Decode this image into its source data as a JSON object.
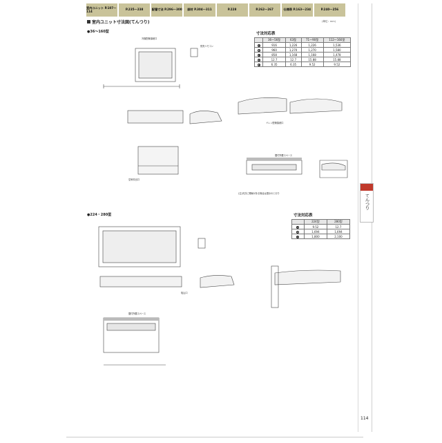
{
  "header_tabs": [
    {
      "label": "室内ユニット P.107〜114"
    },
    {
      "label": "P.235〜238"
    },
    {
      "label": "配管寸法 P.296〜300"
    },
    {
      "label": "部材 P.304〜311"
    },
    {
      "label": "P.228"
    },
    {
      "label": "P.262〜267"
    },
    {
      "label": "仕様表 P.163〜234"
    },
    {
      "label": "P.240〜256"
    }
  ],
  "section_title": "室内ユニット寸法図(てんつり)",
  "top_note": "(単位：mm)",
  "model_a": "●36〜160型",
  "model_b": "●224・280型",
  "table_a": {
    "title": "寸法対応表",
    "headers": [
      "",
      "36〜56型",
      "63型",
      "71〜90型",
      "112〜160型"
    ],
    "rows": [
      [
        "A",
        "916",
        "1,226",
        "1,226",
        "1,536"
      ],
      [
        "B",
        "960",
        "1,270",
        "1,270",
        "1,580"
      ],
      [
        "C",
        "858",
        "1,168",
        "1,168",
        "1,478"
      ],
      [
        "D",
        "12.7",
        "12.7",
        "15.88",
        "15.88"
      ],
      [
        "E",
        "6.35",
        "6.35",
        "9.52",
        "9.52"
      ]
    ]
  },
  "table_b": {
    "title": "寸法対応表",
    "headers": [
      "",
      "224型",
      "280型"
    ],
    "rows": [
      [
        "A",
        "9.52",
        "12.7"
      ],
      [
        "B",
        "1,694",
        "1,694"
      ],
      [
        "C",
        "1,800",
        "2,100"
      ]
    ]
  },
  "labels": {
    "remote": "別売リモコン",
    "drain": "ドレン配管接続口",
    "space": "据付所要スペース",
    "pipe": "冷媒配管接続口",
    "note": "(注)天井に開線がある場合は図示のとおり",
    "outlet": "空気吹出口",
    "inlet": "吸込口"
  },
  "side_tab": "てんつり",
  "page_number": "114",
  "colors": {
    "tab_bg": "#c9c39a",
    "side_accent": "#c0392b"
  }
}
